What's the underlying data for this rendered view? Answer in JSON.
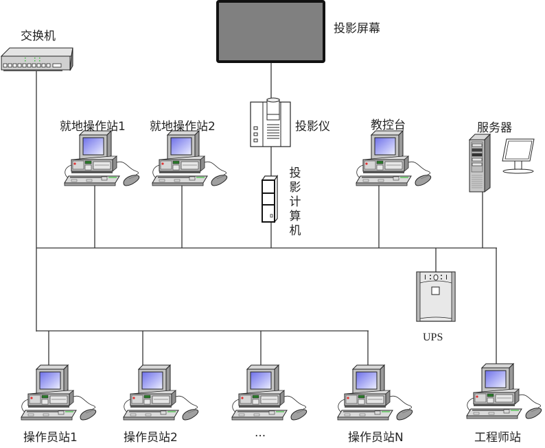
{
  "diagram": {
    "title": "",
    "nodes": {
      "switch": {
        "label": "交换机",
        "type": "network-switch"
      },
      "screen": {
        "label": "投影屏幕",
        "type": "projection-screen"
      },
      "projector": {
        "label": "投影仪",
        "type": "projector"
      },
      "projection_pc": {
        "label": "投影计算机",
        "type": "tower-computer"
      },
      "local_station_1": {
        "label": "就地操作站1",
        "type": "workstation"
      },
      "local_station_2": {
        "label": "就地操作站2",
        "type": "workstation"
      },
      "teacher_console": {
        "label": "教控台",
        "type": "workstation"
      },
      "server": {
        "label": "服务器",
        "type": "server-with-monitor"
      },
      "ups": {
        "label": "UPS",
        "type": "ups"
      },
      "operator_station_1": {
        "label": "操作员站1",
        "type": "workstation"
      },
      "operator_station_2": {
        "label": "操作员站2",
        "type": "workstation"
      },
      "operator_station_ellipsis": {
        "label": "...",
        "type": "workstation"
      },
      "operator_station_n": {
        "label": "操作员站N",
        "type": "workstation"
      },
      "engineer_station": {
        "label": "工程师站",
        "type": "workstation"
      }
    },
    "edges": [
      [
        "screen",
        "projector"
      ],
      [
        "projector",
        "projection_pc"
      ],
      [
        "projection_pc",
        "upper-bus"
      ],
      [
        "switch",
        "upper-bus"
      ],
      [
        "local_station_1",
        "upper-bus"
      ],
      [
        "local_station_2",
        "upper-bus"
      ],
      [
        "teacher_console",
        "upper-bus"
      ],
      [
        "server",
        "upper-bus"
      ],
      [
        "ups",
        "upper-bus"
      ],
      [
        "switch",
        "lower-bus"
      ],
      [
        "operator_station_1",
        "lower-bus"
      ],
      [
        "operator_station_2",
        "lower-bus"
      ],
      [
        "operator_station_ellipsis",
        "lower-bus"
      ],
      [
        "operator_station_n",
        "lower-bus"
      ],
      [
        "upper-bus",
        "engineer_station"
      ]
    ]
  },
  "colors": {
    "line": "#333333",
    "screen_fill": "#808080",
    "monitor_glass": "#8a8cf0",
    "device_gray": "#c8c8c8",
    "led_green": "#3bbf3b",
    "led_red": "#e03030"
  }
}
